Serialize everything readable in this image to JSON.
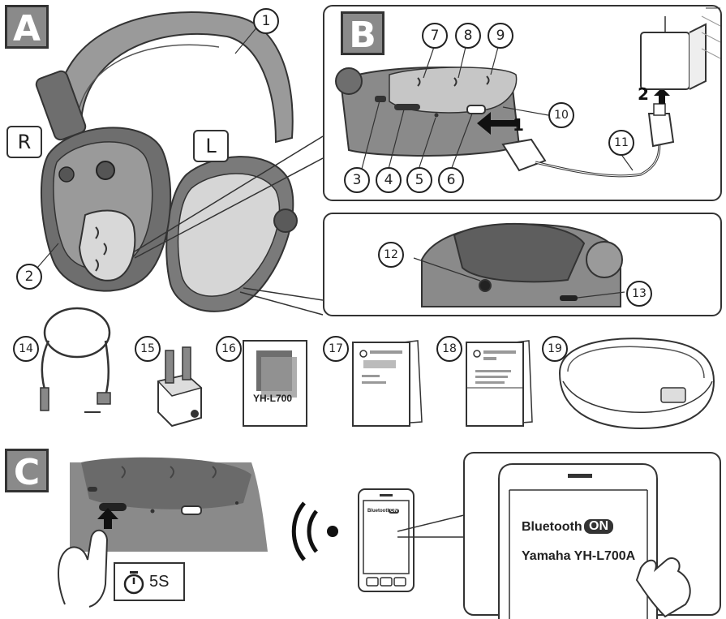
{
  "sections": {
    "a": "A",
    "b": "B",
    "c": "C"
  },
  "callouts": {
    "right": "R",
    "left": "L"
  },
  "part_numbers": {
    "n1": "1",
    "n2": "2",
    "n3": "3",
    "n4": "4",
    "n5": "5",
    "n6": "6",
    "n7": "7",
    "n8": "8",
    "n9": "9",
    "n10": "10",
    "n11": "11",
    "n12": "12",
    "n13": "13",
    "n14": "14",
    "n15": "15",
    "n16": "16",
    "n17": "17",
    "n18": "18",
    "n19": "19"
  },
  "steps": {
    "step1": "1",
    "step2": "2"
  },
  "documents": {
    "manual_title": "YH-L700"
  },
  "pairing": {
    "small_bluetooth": "Bluetooth",
    "small_on": "ON",
    "bluetooth_label": "Bluetooth",
    "on_label": "ON",
    "device_name": "Yamaha YH-L700A",
    "timer_text": "5S"
  },
  "colors": {
    "label_gray": "#8a8a8a",
    "line": "#333333",
    "shade_dark": "#6e6e6e",
    "shade_mid": "#9a9a9a",
    "shade_light": "#d0d0d0"
  }
}
